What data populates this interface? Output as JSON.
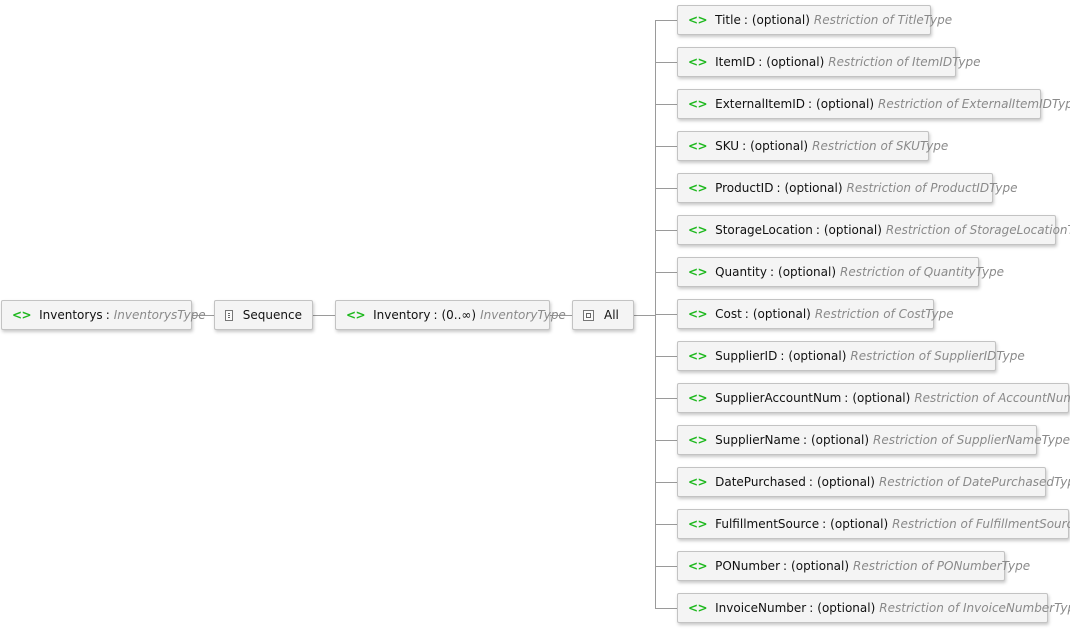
{
  "root": {
    "name": "Inventorys",
    "type": "InventorysType"
  },
  "sequence": {
    "label": "Sequence"
  },
  "inventory": {
    "name": "Inventory",
    "occurrence": "(0..∞)",
    "type": "InventoryType"
  },
  "all": {
    "label": "All"
  },
  "separator": ":",
  "optional_label": "(optional)",
  "restriction_prefix": "Restriction of",
  "icons": {
    "element": "<>",
    "element_icon_name": "element-icon",
    "sequence_icon_name": "sequence-icon",
    "all_icon_name": "all-icon"
  },
  "colors": {
    "element_icon": "#1db81d",
    "type_text": "#8a8a8a",
    "connector": "#9a9a9a",
    "node_bg": "#f4f4f4",
    "node_border": "#c3c3c3"
  },
  "children": [
    {
      "name": "Title",
      "type": "TitleType"
    },
    {
      "name": "ItemID",
      "type": "ItemIDType"
    },
    {
      "name": "ExternalItemID",
      "type": "ExternalItemIDType"
    },
    {
      "name": "SKU",
      "type": "SKUType"
    },
    {
      "name": "ProductID",
      "type": "ProductIDType"
    },
    {
      "name": "StorageLocation",
      "type": "StorageLocationType"
    },
    {
      "name": "Quantity",
      "type": "QuantityType"
    },
    {
      "name": "Cost",
      "type": "CostType"
    },
    {
      "name": "SupplierID",
      "type": "SupplierIDType"
    },
    {
      "name": "SupplierAccountNum",
      "type": "AccountNumType"
    },
    {
      "name": "SupplierName",
      "type": "SupplierNameType"
    },
    {
      "name": "DatePurchased",
      "type": "DatePurchasedType"
    },
    {
      "name": "FulfillmentSource",
      "type": "FulfillmentSourceType"
    },
    {
      "name": "PONumber",
      "type": "PONumberType"
    },
    {
      "name": "InvoiceNumber",
      "type": "InvoiceNumberType"
    }
  ]
}
